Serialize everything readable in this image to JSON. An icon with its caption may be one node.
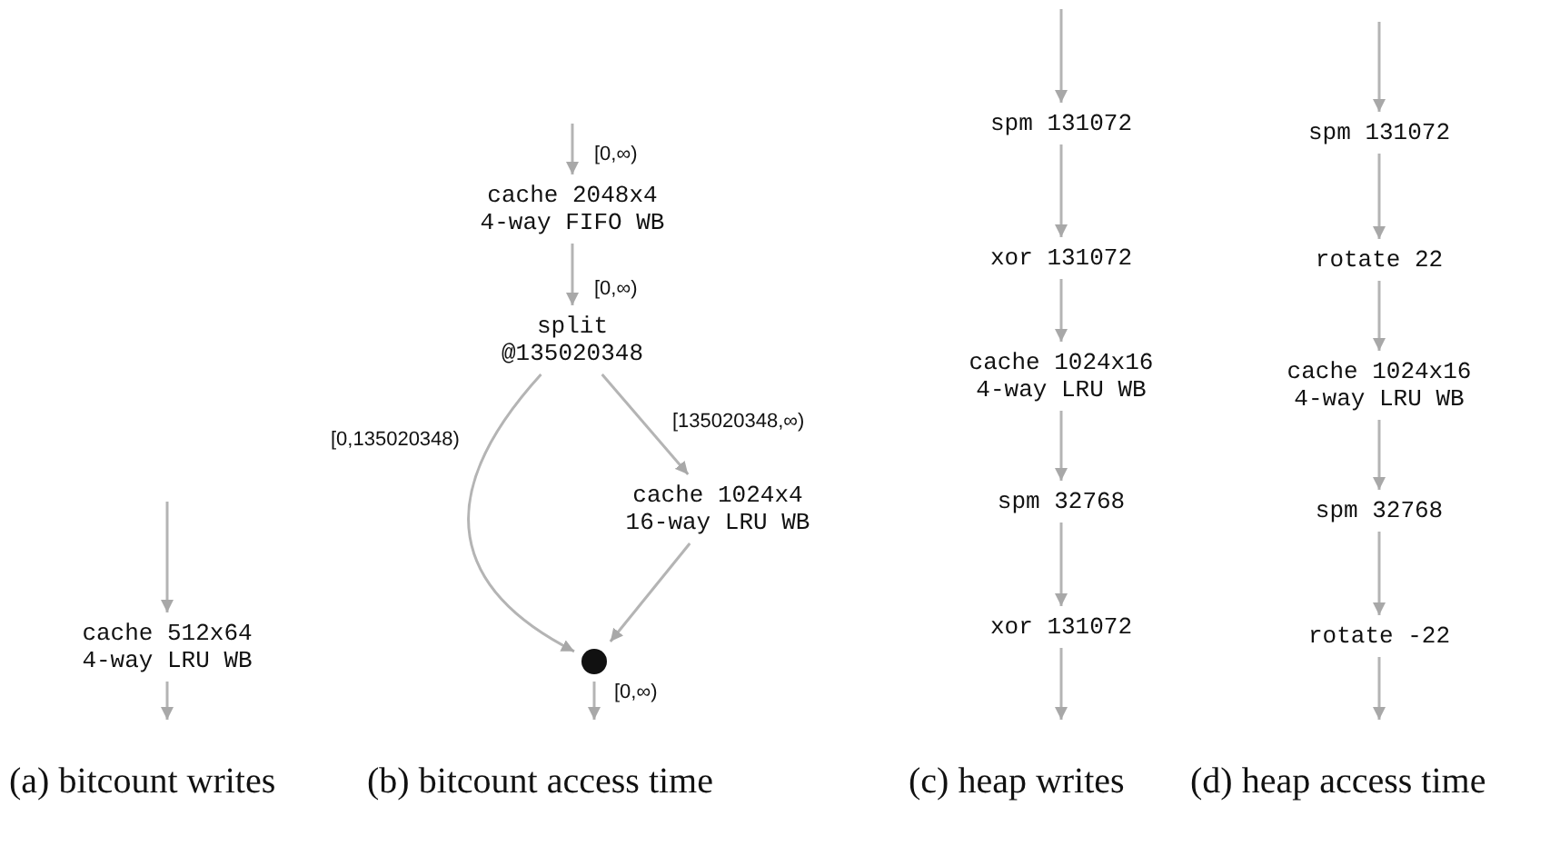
{
  "diagram": {
    "nodes": [
      {
        "text": [
          "cache 512x64 4-way LRU WB"
        ]
      },
      {
        "text": [
          "cache 2048x4 4-way FIFO WB"
        ]
      },
      {
        "text": [
          "split @135020348"
        ]
      },
      {
        "text": [
          "cache 1024x4 16-way LRU WB"
        ]
      },
      {
        "text": [],
        "shape": "circle"
      },
      {
        "text": [
          "spm 131072"
        ]
      },
      {
        "text": [
          "xor 131072"
        ]
      },
      {
        "text": [
          "cache 1024x16 4-way LRU WB"
        ]
      },
      {
        "text": [
          "spm 32768"
        ]
      },
      {
        "text": [
          "xor 131072"
        ]
      },
      {
        "text": [
          "spm 131072"
        ]
      },
      {
        "text": [
          "rotate 22"
        ]
      },
      {
        "text": [
          "cache 1024x16 4-way LRU WB"
        ]
      },
      {
        "text": [
          "spm 32768"
        ]
      },
      {
        "text": [
          "rotate -22"
        ]
      }
    ],
    "edges": [
      {
        "from": null,
        "to": 0,
        "arrow": "to"
      },
      {
        "from": 0,
        "to": null,
        "arrow": "to"
      },
      {
        "from": null,
        "to": 1,
        "arrow": "to",
        "label": "[0,∞)"
      },
      {
        "from": 1,
        "to": 2,
        "arrow": "to",
        "label": "[0,∞)"
      },
      {
        "from": 2,
        "to": 4,
        "arrow": "to",
        "label": "[0,135020348)"
      },
      {
        "from": 2,
        "to": 3,
        "arrow": "to",
        "label": "[135020348,∞)"
      },
      {
        "from": 3,
        "to": 4,
        "arrow": "to"
      },
      {
        "from": 4,
        "to": null,
        "arrow": "to",
        "label": "[0,∞)"
      },
      {
        "from": null,
        "to": 5,
        "arrow": "to"
      },
      {
        "from": 5,
        "to": 6,
        "arrow": "to"
      },
      {
        "from": 6,
        "to": 7,
        "arrow": "to"
      },
      {
        "from": 7,
        "to": 8,
        "arrow": "to"
      },
      {
        "from": 8,
        "to": 9,
        "arrow": "to"
      },
      {
        "from": 9,
        "to": null,
        "arrow": "to"
      },
      {
        "from": null,
        "to": 10,
        "arrow": "to"
      },
      {
        "from": 10,
        "to": 11,
        "arrow": "to"
      },
      {
        "from": 11,
        "to": 12,
        "arrow": "to"
      },
      {
        "from": 12,
        "to": 13,
        "arrow": "to"
      },
      {
        "from": 13,
        "to": 14,
        "arrow": "to"
      },
      {
        "from": 14,
        "to": null,
        "arrow": "to"
      }
    ],
    "labels": [
      "(a) bitcount writes",
      "(b) bitcount access time",
      "(c) heap writes",
      "(d) heap access time"
    ]
  }
}
